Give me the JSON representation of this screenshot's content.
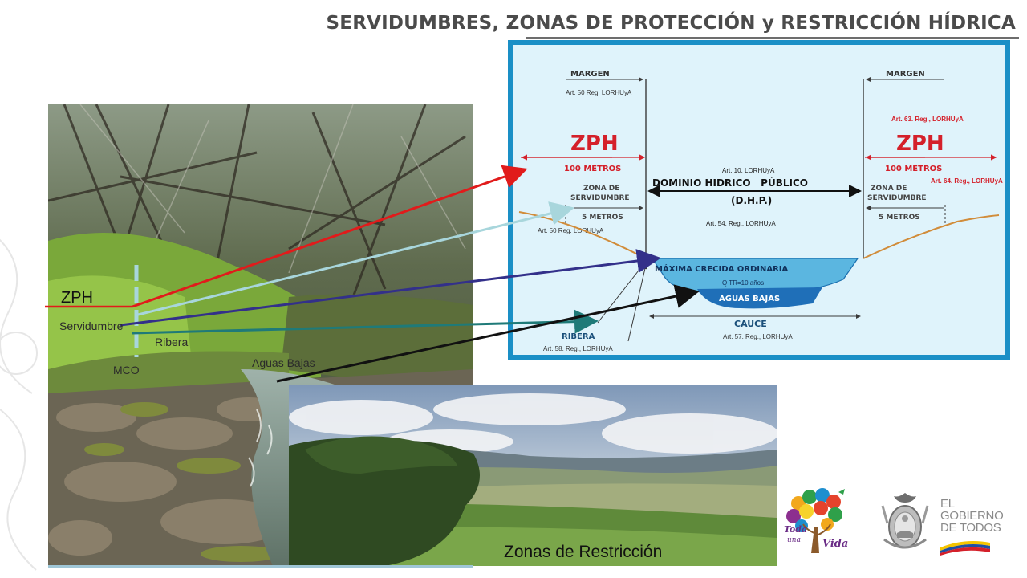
{
  "title": "SERVIDUMBRES, ZONAS DE PROTECCIÓN y RESTRICCIÓN HÍDRICA",
  "photo_labels": {
    "zph": "ZPH",
    "servidumbre": "Servidumbre",
    "ribera": "Ribera",
    "mco": "MCO",
    "aguas_bajas": "Aguas Bajas",
    "zonas_restriccion": "Zonas de Restricción"
  },
  "diagram": {
    "margen_left": "MARGEN",
    "margen_right": "MARGEN",
    "art_margen_left": "Art. 50 Reg. LORHUyA",
    "art_63": "Art. 63. Reg., LORHUyA",
    "zph_left": "ZPH",
    "zph_right": "ZPH",
    "cien_left": "100 METROS",
    "cien_right": "100 METROS",
    "art_10": "Art. 10. LORHUyA",
    "dominio": "DOMINIO HIDRICO   PÚBLICO",
    "dhp": "(D.H.P.)",
    "art_64": "Art. 64. Reg., LORHUyA",
    "zona_serv_left_1": "ZONA DE",
    "zona_serv_left_2": "SERVIDUMBRE",
    "zona_serv_right_1": "ZONA DE",
    "zona_serv_right_2": "SERVIDUMBRE",
    "cinco_left": "5 METROS",
    "cinco_right": "5 METROS",
    "art_50_serv": "Art. 50 Reg. LORHUyA",
    "art_54": "Art. 54. Reg., LORHUyA",
    "maxima": "MÁXIMA CRECIDA ORDINARIA",
    "qtr": "Q TR=10 años",
    "aguas_bajas": "AGUAS BAJAS",
    "cauce": "CAUCE",
    "art_57": "Art. 57. Reg., LORHUyA",
    "ribera": "RIBERA",
    "art_58": "Art. 58. Reg., LORHUyA"
  },
  "logos": {
    "toda_una_vida_1": "Toda",
    "toda_una_vida_2": "una",
    "toda_una_vida_3": "Vida",
    "gob_1": "EL",
    "gob_2": "GOBIERNO",
    "gob_3": "DE TODOS"
  },
  "colors": {
    "zph_red": "#e11b1b",
    "servidumbre_lightblue": "#a8d6dc",
    "mco_navy": "#33308a",
    "ribera_teal": "#1f7a78",
    "aguas_bajas_black": "#111111",
    "diagram_bg": "#dff3fb",
    "diagram_border": "#1a8fc6",
    "water_mco": "#5bb6e0",
    "water_low": "#1f6fb8"
  }
}
